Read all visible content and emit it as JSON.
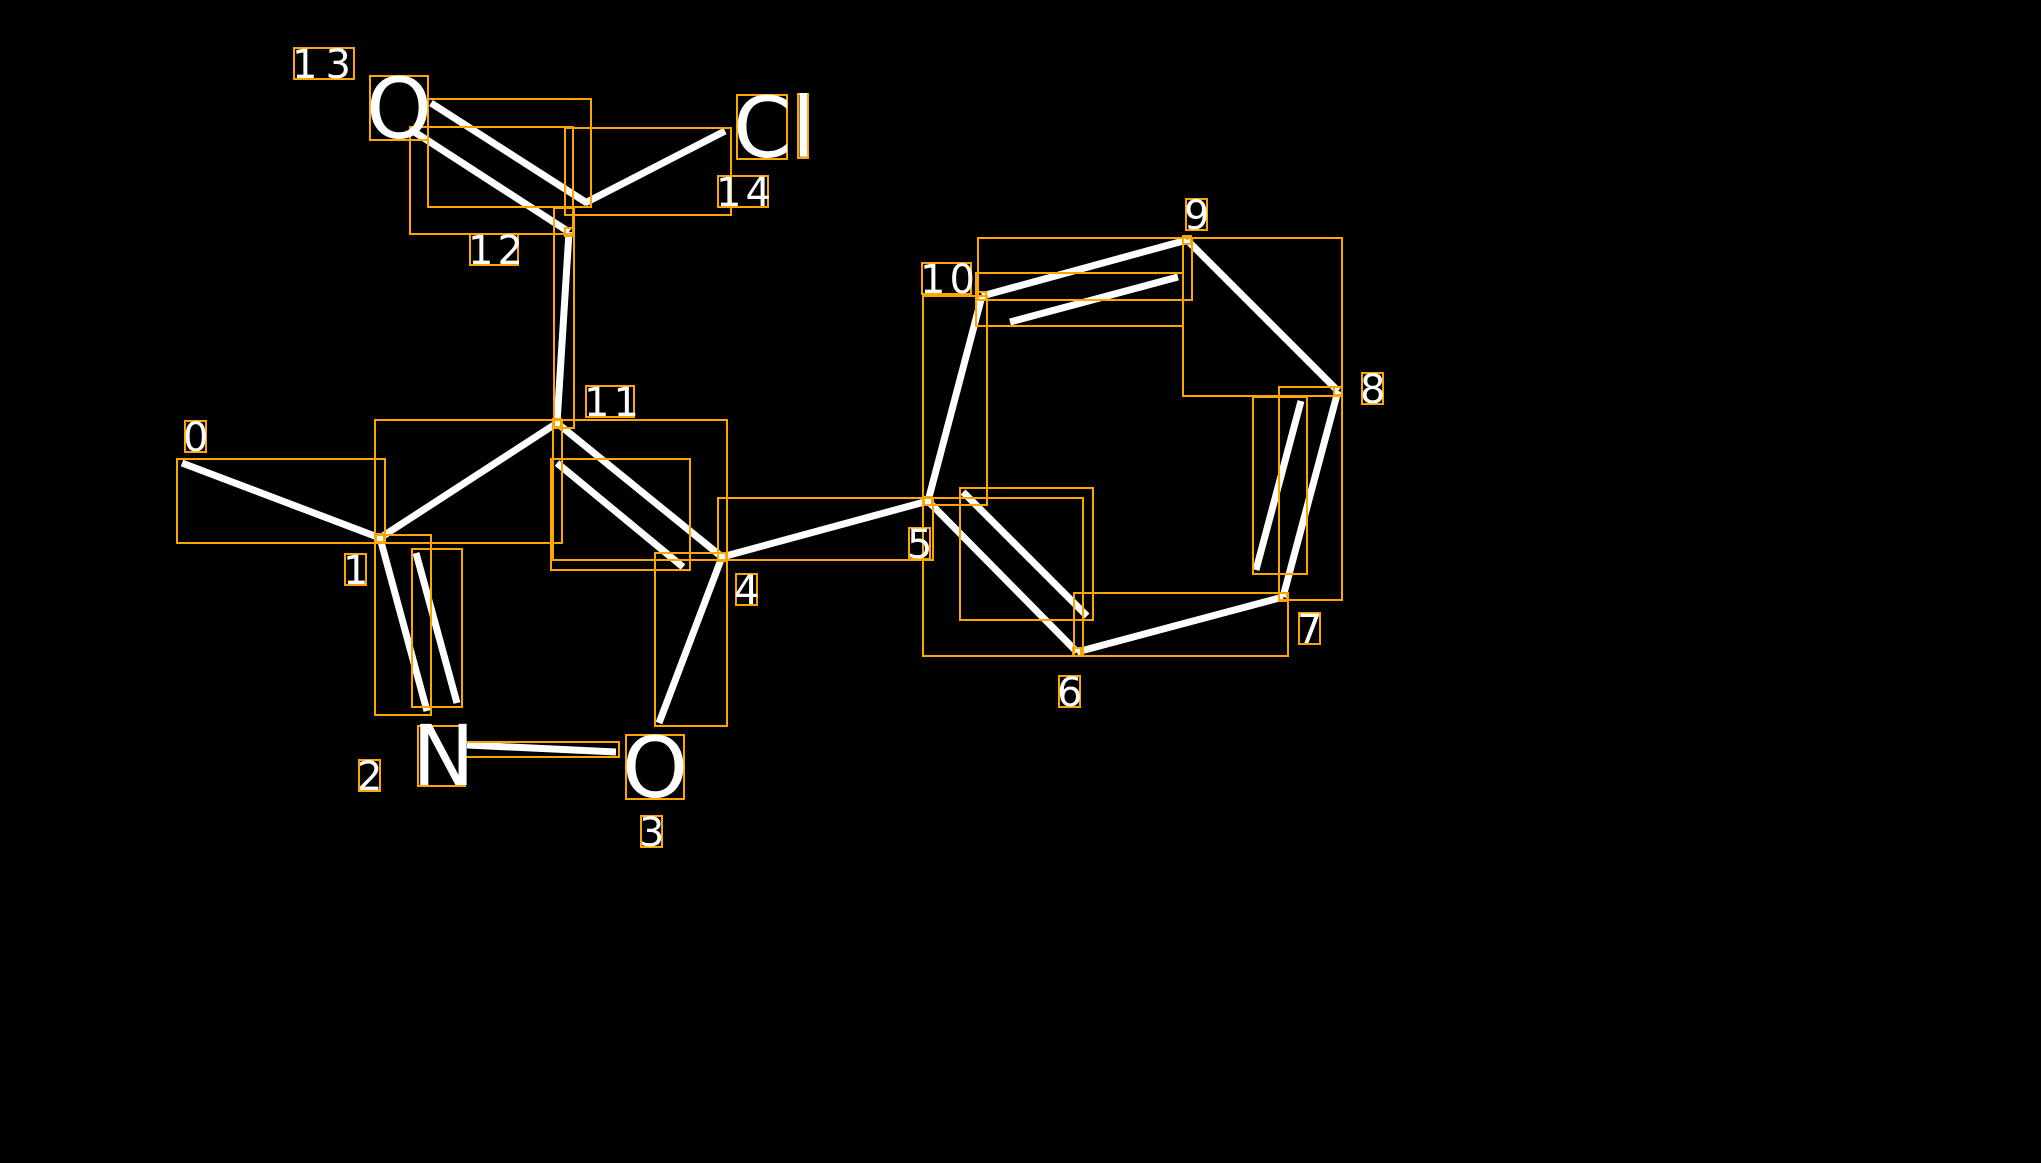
{
  "diagram": {
    "title": "Molecule graph with atom indices",
    "colors": {
      "background": "#000000",
      "bond": "#ffffff",
      "box": "#ffa500"
    },
    "atoms": [
      {
        "index": "0",
        "symbol": ""
      },
      {
        "index": "1",
        "symbol": ""
      },
      {
        "index": "2",
        "symbol": "N"
      },
      {
        "index": "3",
        "symbol": "O"
      },
      {
        "index": "4",
        "symbol": ""
      },
      {
        "index": "5",
        "symbol": ""
      },
      {
        "index": "6",
        "symbol": ""
      },
      {
        "index": "7",
        "symbol": ""
      },
      {
        "index": "8",
        "symbol": ""
      },
      {
        "index": "9",
        "symbol": ""
      },
      {
        "index": "10",
        "symbol": ""
      },
      {
        "index": "11",
        "symbol": ""
      },
      {
        "index": "12",
        "symbol": ""
      },
      {
        "index": "13",
        "symbol": "O"
      },
      {
        "index": "14",
        "symbol": "Cl"
      }
    ],
    "bonds": [
      {
        "from": 0,
        "to": 1,
        "order": 1
      },
      {
        "from": 1,
        "to": 11,
        "order": 1
      },
      {
        "from": 1,
        "to": 2,
        "order": 2
      },
      {
        "from": 2,
        "to": 3,
        "order": 1
      },
      {
        "from": 3,
        "to": 4,
        "order": 1
      },
      {
        "from": 4,
        "to": 11,
        "order": 2
      },
      {
        "from": 4,
        "to": 5,
        "order": 1
      },
      {
        "from": 5,
        "to": 6,
        "order": 2
      },
      {
        "from": 6,
        "to": 7,
        "order": 1
      },
      {
        "from": 7,
        "to": 8,
        "order": 2
      },
      {
        "from": 8,
        "to": 9,
        "order": 1
      },
      {
        "from": 9,
        "to": 10,
        "order": 2
      },
      {
        "from": 10,
        "to": 5,
        "order": 1
      },
      {
        "from": 11,
        "to": 12,
        "order": 1
      },
      {
        "from": 12,
        "to": 13,
        "order": 2
      },
      {
        "from": 12,
        "to": 14,
        "order": 1
      }
    ]
  }
}
